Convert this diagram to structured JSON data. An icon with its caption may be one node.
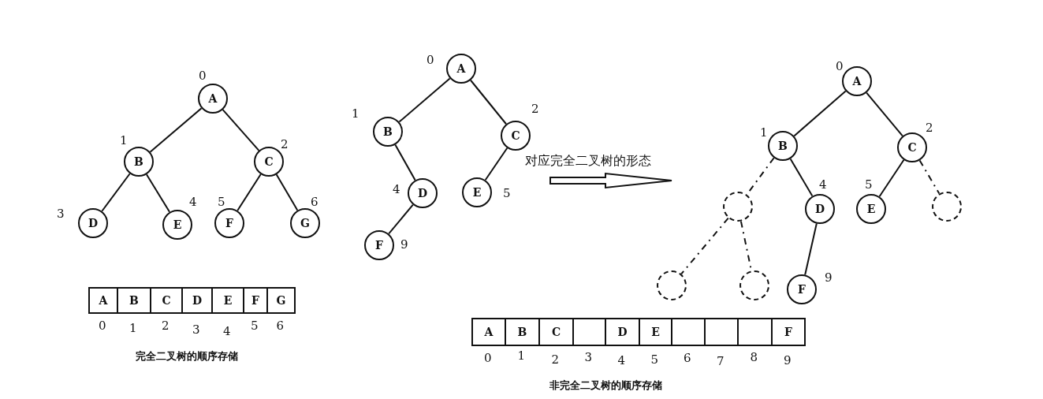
{
  "diagram": {
    "nodes": [
      {
        "text": [
          "A"
        ],
        "beside": [
          "0"
        ]
      },
      {
        "text": [
          "B"
        ],
        "beside": [
          "1"
        ]
      },
      {
        "text": [
          "C"
        ],
        "beside": [
          "2"
        ]
      },
      {
        "text": [
          "D"
        ],
        "beside": [
          "3"
        ]
      },
      {
        "text": [
          "E"
        ],
        "beside": [
          "4"
        ]
      },
      {
        "text": [
          "F"
        ],
        "beside": [
          "5"
        ]
      },
      {
        "text": [
          "G"
        ],
        "beside": [
          "6"
        ]
      },
      {
        "text": [
          "A"
        ],
        "beside": [
          "0"
        ]
      },
      {
        "text": [
          "B"
        ],
        "beside": [
          "1"
        ]
      },
      {
        "text": [
          "C"
        ],
        "beside": [
          "2"
        ]
      },
      {
        "text": [
          "D"
        ],
        "beside": [
          "3"
        ]
      },
      {
        "text": [
          "E"
        ],
        "beside": [
          "4"
        ]
      },
      {
        "text": [
          "F"
        ],
        "beside": [
          "5"
        ]
      },
      {
        "text": [
          "G"
        ],
        "beside": [
          "6"
        ]
      },
      {
        "text": [
          "A"
        ],
        "beside": [
          "0"
        ]
      },
      {
        "text": [
          "B"
        ],
        "beside": [
          "1"
        ]
      },
      {
        "text": [
          "C"
        ],
        "beside": [
          "2"
        ]
      },
      {
        "text": [
          "D"
        ],
        "beside": [
          "4"
        ]
      },
      {
        "text": [
          "E"
        ],
        "beside": [
          "5"
        ]
      },
      {
        "text": [
          "F"
        ],
        "beside": [
          "9"
        ]
      },
      {
        "text": [
          "A"
        ],
        "beside": [
          "0"
        ]
      },
      {
        "text": [
          "B"
        ],
        "beside": [
          "1"
        ]
      },
      {
        "text": [
          "C"
        ],
        "beside": [
          "2"
        ]
      },
      {
        "text": [],
        "shape": "circle"
      },
      {
        "text": [
          "D"
        ],
        "beside": [
          "4"
        ]
      },
      {
        "text": [
          "E"
        ],
        "beside": [
          "5"
        ]
      },
      {
        "text": [],
        "shape": "circle"
      },
      {
        "text": [],
        "shape": "circle"
      },
      {
        "text": [],
        "shape": "circle"
      },
      {
        "text": [
          "F"
        ],
        "beside": [
          "9"
        ]
      },
      {
        "text": [
          "A"
        ],
        "beside": [
          "0"
        ]
      },
      {
        "text": [
          "B"
        ],
        "beside": [
          "1"
        ]
      },
      {
        "text": [
          "C"
        ],
        "beside": [
          "2"
        ]
      },
      {
        "text": [],
        "shape": "box",
        "beside": [
          "3"
        ]
      },
      {
        "text": [
          "D"
        ],
        "beside": [
          "4"
        ]
      },
      {
        "text": [
          "E"
        ],
        "beside": [
          "5"
        ]
      },
      {
        "text": [],
        "shape": "box",
        "beside": [
          "6"
        ]
      },
      {
        "text": [],
        "shape": "box",
        "beside": [
          "7"
        ]
      },
      {
        "text": [],
        "shape": "box",
        "beside": [
          "8"
        ]
      },
      {
        "text": [
          "F"
        ],
        "beside": [
          "9"
        ]
      }
    ],
    "edges": [
      {
        "from": 0,
        "to": 1,
        "arrow": "none"
      },
      {
        "from": 0,
        "to": 2,
        "arrow": "none"
      },
      {
        "from": 1,
        "to": 3,
        "arrow": "none"
      },
      {
        "from": 1,
        "to": 4,
        "arrow": "none"
      },
      {
        "from": 2,
        "to": 5,
        "arrow": "none"
      },
      {
        "from": 2,
        "to": 6,
        "arrow": "none"
      },
      {
        "from": 14,
        "to": 15,
        "arrow": "none"
      },
      {
        "from": 14,
        "to": 16,
        "arrow": "none"
      },
      {
        "from": 15,
        "to": 17,
        "arrow": "none"
      },
      {
        "from": 16,
        "to": 18,
        "arrow": "none"
      },
      {
        "from": 17,
        "to": 19,
        "arrow": "none"
      },
      {
        "from": 20,
        "to": 21,
        "arrow": "none"
      },
      {
        "from": 20,
        "to": 22,
        "arrow": "none"
      },
      {
        "from": 21,
        "to": 23,
        "arrow": "none",
        "style": "dashed"
      },
      {
        "from": 21,
        "to": 24,
        "arrow": "none"
      },
      {
        "from": 22,
        "to": 25,
        "arrow": "none"
      },
      {
        "from": 22,
        "to": 26,
        "arrow": "none",
        "style": "dashed"
      },
      {
        "from": 23,
        "to": 27,
        "arrow": "none",
        "style": "dashed"
      },
      {
        "from": 23,
        "to": 28,
        "arrow": "none",
        "style": "dashed"
      },
      {
        "from": 24,
        "to": 29,
        "arrow": "none"
      }
    ],
    "labels": [
      "对应完全二叉树的形态",
      "完全二叉树的顺序存储",
      "非完全二叉树的顺序存储"
    ]
  }
}
